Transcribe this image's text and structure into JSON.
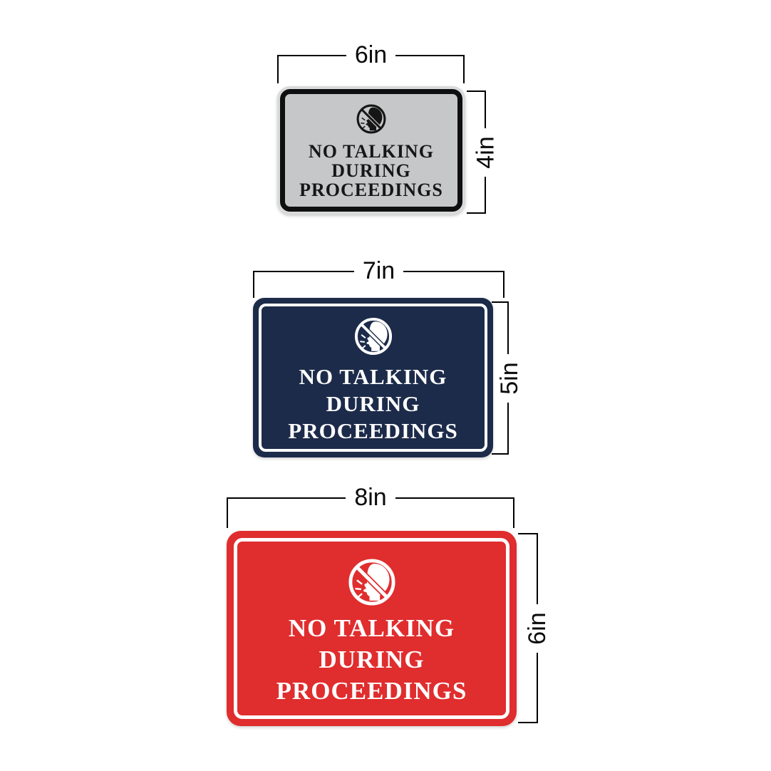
{
  "background": "#ffffff",
  "dimension_line_color": "#000000",
  "signs": [
    {
      "name": "silver-sign",
      "width_label": "6in",
      "height_label": "4in",
      "lines": [
        "NO TALKING",
        "DURING",
        "PROCEEDINGS"
      ],
      "icon": "no-talking-icon",
      "colors": {
        "body": "#c6c7c9",
        "frame": "#d9dadb",
        "border": "#0f0f0f",
        "text": "#161616",
        "icon": "#161616"
      }
    },
    {
      "name": "navy-sign",
      "width_label": "7in",
      "height_label": "5in",
      "lines": [
        "NO TALKING",
        "DURING",
        "PROCEEDINGS"
      ],
      "icon": "no-talking-icon",
      "colors": {
        "body": "#1d2b4a",
        "inner_line": "#ffffff",
        "text": "#ffffff",
        "icon": "#ffffff"
      }
    },
    {
      "name": "red-sign",
      "width_label": "8in",
      "height_label": "6in",
      "lines": [
        "NO TALKING",
        "DURING",
        "PROCEEDINGS"
      ],
      "icon": "no-talking-icon",
      "colors": {
        "body": "#e02d2e",
        "inner_line": "#ffffff",
        "text": "#ffffff",
        "icon": "#ffffff"
      }
    }
  ]
}
